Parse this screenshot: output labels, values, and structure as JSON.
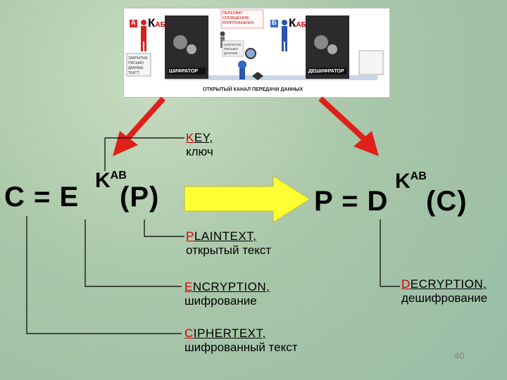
{
  "illustration": {
    "sender_key": "К",
    "sender_key_sub": "АБ",
    "receiver_key": "К",
    "receiver_key_sub": "АБ",
    "sender_badge": "А",
    "receiver_badge": "Б",
    "intercept_label": "ПЕРЕХВАТ СООБЩЕНИЯ, КРИПТОАНАЛИЗ",
    "encryptor_label": "ШИФРАТОР",
    "decryptor_label": "ДЕШИФРАТОР",
    "channel_label": "ОТКРЫТЫЙ КАНАЛ ПЕРЕДАЧИ ДАННЫХ",
    "plaintext_doc_label": "ЗАКРЫТЫЕ ПИСЬМО ДАННЫЕ ТЕКСТ",
    "ciphertext_doc_label": "СЕКРЕТНО ПИСЬМО ДАННЫЕ"
  },
  "formula_left": {
    "lhs": "C = E",
    "key": "K",
    "key_sup": "AB",
    "arg": "(P)"
  },
  "formula_right": {
    "lhs": "P = D",
    "key": "K",
    "key_sup": "AB",
    "arg": "(C)"
  },
  "terms": {
    "key": {
      "first": "K",
      "rest": "EY,",
      "ru": "ключ"
    },
    "plaintext": {
      "first": "P",
      "rest": "LAINTEXT,",
      "ru": "открытый текст"
    },
    "encryption": {
      "first": "E",
      "rest": "NCRYPTION,",
      "ru": "шифрование"
    },
    "ciphertext": {
      "first": "C",
      "rest": "IPHERTEXT,",
      "ru": "шифрованный текст"
    },
    "decryption": {
      "first": "D",
      "rest": "ECRYPTION,",
      "ru": "дешифрование"
    }
  },
  "page_number": "40",
  "colors": {
    "accent_red": "#e0201a",
    "arrow_yellow": "#ffff33",
    "machine": "#2b2b2b",
    "badge_red": "#d92b2b",
    "badge_blue": "#3a6fd0"
  }
}
